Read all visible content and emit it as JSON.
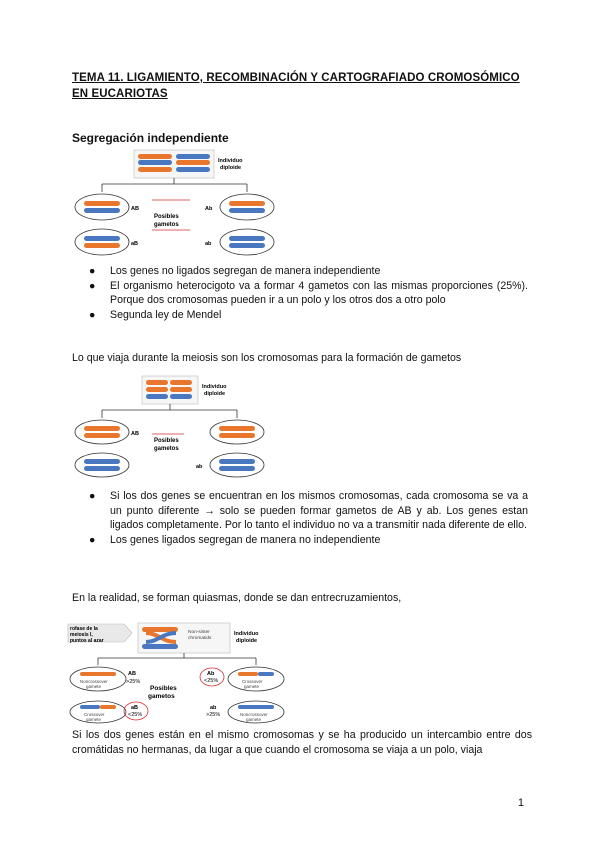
{
  "doc": {
    "title": "TEMA 11. LIGAMIENTO, RECOMBINACIÓN Y CARTOGRAFIADO CROMOSÓMICO EN EUCARIOTAS",
    "page_number": "1"
  },
  "section1": {
    "heading": "Segregación independiente",
    "figure": {
      "label_individuo": "Individuo",
      "label_diploide": "diploide",
      "label_posibles": "Posibles",
      "label_gametos": "gametos",
      "g1": "AB",
      "g2": "Ab",
      "g3": "aB",
      "g4": "ab"
    },
    "bullets": [
      "Los genes no ligados segregan de manera independiente",
      "El organismo heterocigoto va a formar 4 gametos con las  mismas proporciones (25%). Porque dos cromosomas pueden ir a un polo y los otros dos a otro polo",
      "Segunda ley de Mendel"
    ]
  },
  "paragraph1": "Lo que viaja durante la meiosis son los cromosomas para la formación de gametos",
  "section2": {
    "figure": {
      "label_individuo": "Individuo",
      "label_diploide": "diploide",
      "label_posibles": "Posibles",
      "label_gametos": "gametos",
      "g1": "AB",
      "g2": "ab"
    },
    "bullets": [
      "Si los dos genes se encuentran en los mismos cromosomas, cada cromosoma se va a un punto diferente → solo se pueden formar gametos de AB y ab. Los genes estan ligados completamente. Por lo tanto el individuo no va a transmitir nada diferente de ello.",
      "Los genes ligados segregan de manera no independiente"
    ]
  },
  "paragraph2": "En la realidad, se forman quiasmas, donde se dan entrecruzamientos,",
  "section3": {
    "figure": {
      "side_label_1": "rofase de la",
      "side_label_2": "meiosis I,",
      "side_label_3": "puntos al azar",
      "label_nonsister_1": "Non-sister",
      "label_nonsister_2": "chromatids",
      "label_individuo": "Individuo",
      "label_diploide": "diploide",
      "label_posibles": "Posibles",
      "label_gametos": "gametos",
      "g_AB": "AB",
      "g_AB_pct": ">25%",
      "g_Ab": "Ab",
      "g_Ab_pct": "<25%",
      "g_aB": "aB",
      "g_aB_pct": "<25%",
      "g_ab": "ab",
      "g_ab_pct": ">25%",
      "noncrossover_1": "Noncrossover",
      "noncrossover_2": "gamete",
      "crossover_1": "Crossover",
      "crossover_2": "gamete"
    }
  },
  "paragraph3": "Si los dos genes están en el mismo cromosomas y se ha producido un intercambio entre dos cromátidas no hermanas, da lugar a que cuando el cromosoma se viaja a un polo, viaja",
  "colors": {
    "orange": "#e8762c",
    "blue": "#4a78c0",
    "red": "#d32f2f",
    "grey": "#888888"
  }
}
